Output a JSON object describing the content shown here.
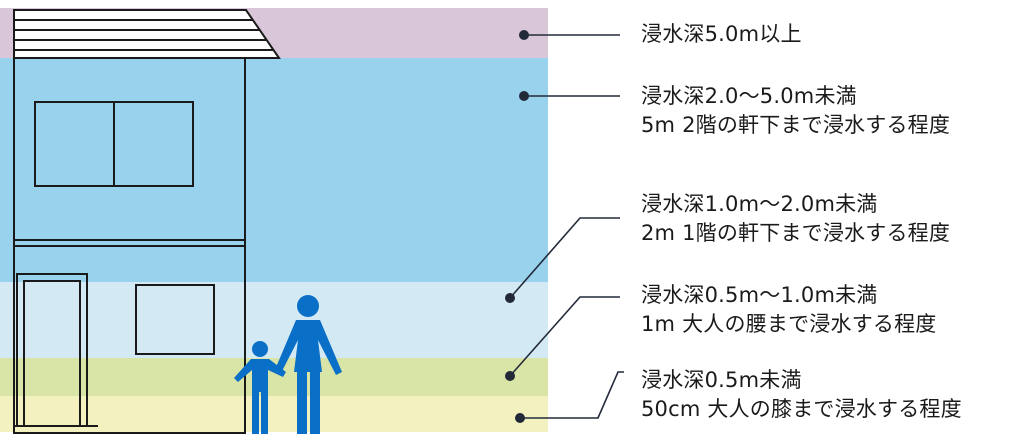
{
  "levels": [
    {
      "id": "over-5m",
      "color": "#d9c6d9",
      "lines": [
        "浸水深5.0m以上"
      ]
    },
    {
      "id": "2m-5m",
      "color": "#98d2ec",
      "lines": [
        "浸水深2.0～5.0m未満",
        "5m 2階の軒下まで浸水する程度"
      ]
    },
    {
      "id": "1m-2m",
      "color": "#98d2ec",
      "lines": [
        "浸水深1.0m～2.0m未満",
        "2m 1階の軒下まで浸水する程度"
      ]
    },
    {
      "id": "05m-1m",
      "color": "#d3e9f4",
      "lines": [
        "浸水深0.5m～1.0m未満",
        "1m 大人の腰まで浸水する程度"
      ]
    },
    {
      "id": "under-05m",
      "color": "#d9e5a6",
      "lines": [
        "浸水深0.5m未満",
        "50cm 大人の膝まで浸水する程度"
      ]
    }
  ],
  "colors": {
    "bottom_band": "#f3f1bf",
    "house_outline": "#1a1a1a",
    "figure": "#0a6fc7",
    "leader": "#222a3a"
  },
  "icons": [
    "house",
    "adult-figure",
    "child-figure"
  ]
}
